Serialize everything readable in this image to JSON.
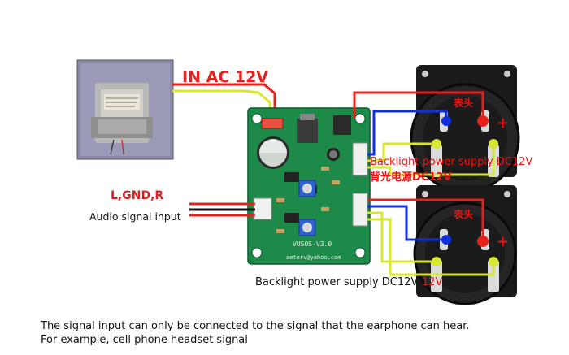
{
  "labels": {
    "input_ac": "IN AC 12V",
    "channels": "L,GND,R",
    "audio_input": "Audio signal input",
    "backlight_top": "Backlight power supply DC12V",
    "backlight_cn": "背光电源DC12V",
    "backlight_bottom": "Backlight power supply DC12V",
    "backlight_bottom_volts": "12V",
    "meter_head_top": "表头",
    "meter_head_bottom": "表头",
    "plus_top": "+",
    "plus_bottom": "+",
    "pcb_model": "VUSOS-V3.0",
    "pcb_email": "aeterv@yahoo.com"
  },
  "notes": {
    "line1": "The signal input can only be connected to the signal that the earphone can hear.",
    "line2": "For example, cell phone headset signal"
  },
  "colors": {
    "wire_red": "#e8201c",
    "wire_blue": "#1030e0",
    "wire_yellow": "#d8e830",
    "wire_black": "#101010",
    "pcb_green": "#1e8a4a",
    "meter_body": "#1a1a1a"
  }
}
